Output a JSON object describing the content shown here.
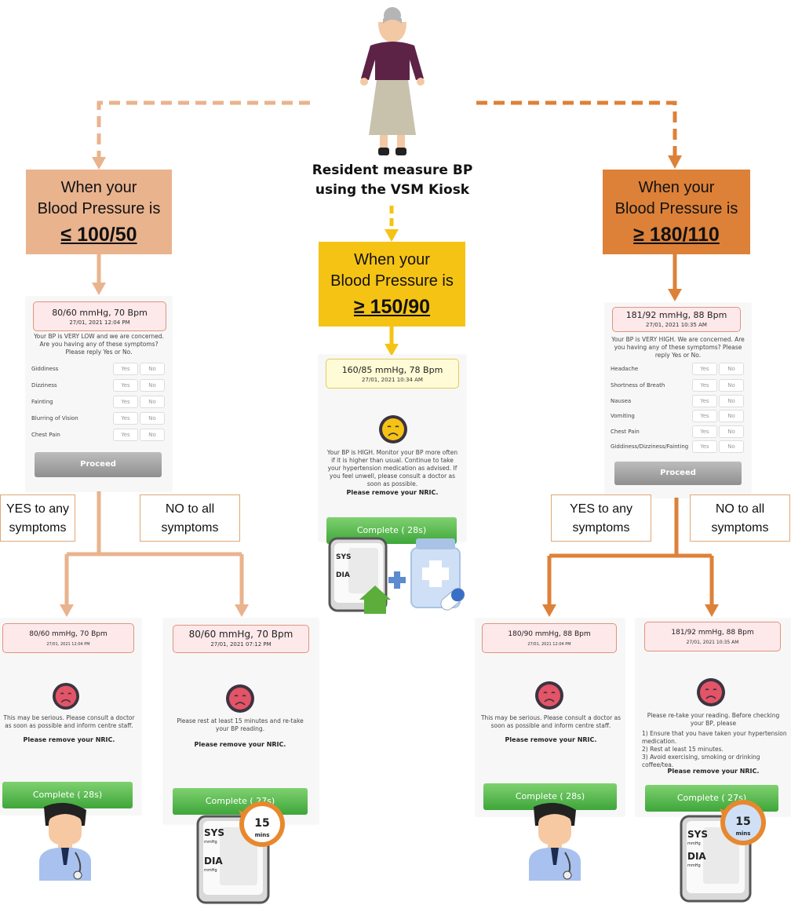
{
  "caption": {
    "line1": "Resident measure BP",
    "line2": "using the VSM Kiosk"
  },
  "boxes": {
    "low": {
      "line1": "When your",
      "line2": "Blood Pressure is",
      "threshold": "≤ 100/50",
      "color": "#e9b38e"
    },
    "high": {
      "line1": "When your",
      "line2": "Blood Pressure is",
      "threshold": "≥ 150/90",
      "color": "#f5c314"
    },
    "very_high": {
      "line1": "When your",
      "line2": "Blood Pressure is",
      "threshold": "≥ 180/110",
      "color": "#dd8138"
    }
  },
  "low_screen": {
    "reading": "80/60 mmHg, 70 Bpm",
    "time": "27/01, 2021 12:04 PM",
    "message": "Your BP is VERY LOW and we are concerned. Are you having any of these symptoms? Please reply Yes or No.",
    "symptoms": [
      "Giddiness",
      "Dizziness",
      "Fainting",
      "Blurring of Vision",
      "Chest Pain"
    ],
    "yes": "Yes",
    "no": "No",
    "proceed": "Proceed"
  },
  "high_screen": {
    "reading": "160/85 mmHg, 78 Bpm",
    "time": "27/01, 2021 10:34 AM",
    "message": "Your BP is HIGH. Monitor your BP more often if it is higher than usual. Continue to take your hypertension medication as advised. If you feel unwell, please consult a doctor as soon as possible.",
    "nric": "Please remove your NRIC.",
    "complete": "Complete ( 28s)"
  },
  "very_high_screen": {
    "reading": "181/92 mmHg, 88 Bpm",
    "time": "27/01, 2021 10:35 AM",
    "message": "Your BP is VERY HIGH. We are concerned. Are you having any of these symptoms? Please reply Yes or No.",
    "symptoms": [
      "Headache",
      "Shortness of Breath",
      "Nausea",
      "Vomiting",
      "Chest Pain",
      "Giddiness/Dizziness/Fainting"
    ],
    "yes": "Yes",
    "no": "No",
    "proceed": "Proceed"
  },
  "answers": {
    "yes_any": {
      "line1": "YES to any",
      "line2": "symptoms"
    },
    "no_all": {
      "line1": "NO to all",
      "line2": "symptoms"
    }
  },
  "outcomes": {
    "low_yes": {
      "reading": "80/60 mmHg, 70 Bpm",
      "time": "27/01, 2021 12:04 PM",
      "message": "This may be serious. Please consult a doctor as soon as possible and inform centre staff.",
      "nric": "Please remove your NRIC.",
      "complete": "Complete ( 28s)"
    },
    "low_no": {
      "reading": "80/60 mmHg, 70 Bpm",
      "time": "27/01, 2021 07:12 PM",
      "message": "Please rest at least 15 minutes and re-take your BP reading.",
      "nric": "Please remove your NRIC.",
      "complete": "Complete ( 27s)"
    },
    "vh_yes": {
      "reading": "180/90 mmHg, 88 Bpm",
      "time": "27/01, 2021 12:04 PM",
      "message": "This may be serious. Please consult a doctor as soon as possible and inform centre staff.",
      "nric": "Please remove your NRIC.",
      "complete": "Complete ( 28s)"
    },
    "vh_no": {
      "reading": "181/92 mmHg, 88 Bpm",
      "time": "27/01, 2021 10:35 AM",
      "message": "Please re-take your reading. Before checking your BP, please",
      "steps": [
        "1) Ensure that you have taken your hypertension medication.",
        "2) Rest at least 15 minutes.",
        "3) Avoid exercising, smoking or drinking coffee/tea."
      ],
      "nric": "Please remove your NRIC.",
      "complete": "Complete ( 27s)"
    }
  },
  "monitor": {
    "sys": "SYS",
    "dia": "DIA",
    "unit": "mmHg"
  },
  "timer": {
    "value": "15",
    "unit": "mins"
  }
}
